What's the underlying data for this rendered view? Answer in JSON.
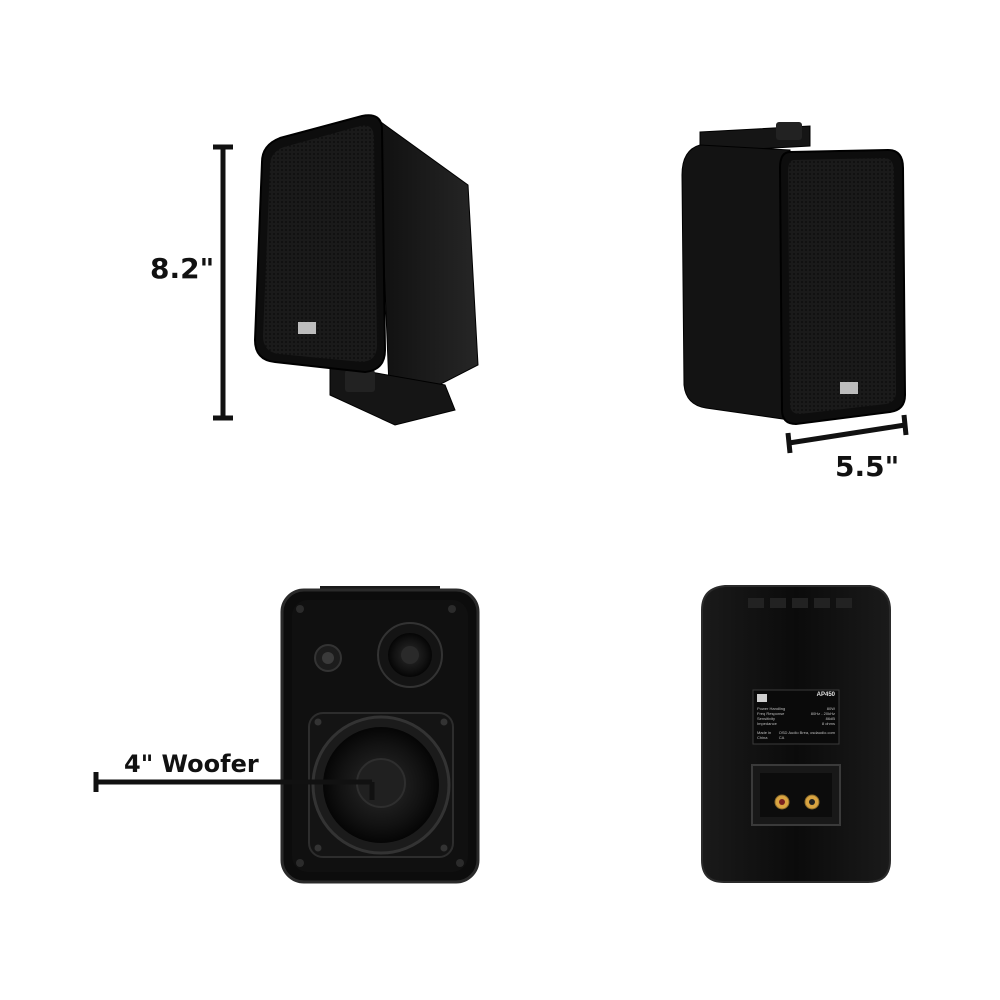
{
  "dimensions": {
    "height_label": "8.2\"",
    "width_label": "5.5\"",
    "woofer_label": "4\" Woofer"
  },
  "rear_panel": {
    "model": "AP450",
    "specs": [
      {
        "name": "Power Handling",
        "value": "80W"
      },
      {
        "name": "Freq Response",
        "value": "80Hz - 20kHz"
      },
      {
        "name": "Sensitivity",
        "value": "86dB"
      },
      {
        "name": "Impedance",
        "value": "8 ohms"
      }
    ],
    "footer_left": "Made in China",
    "footer_mid": "OSD Audio Brea, CA",
    "footer_right": "osdaudio.com"
  },
  "colors": {
    "background": "#ffffff",
    "speaker": "#111111",
    "speaker_edge": "#2a2a2a",
    "label": "#111111",
    "terminal": "#d9a441"
  }
}
